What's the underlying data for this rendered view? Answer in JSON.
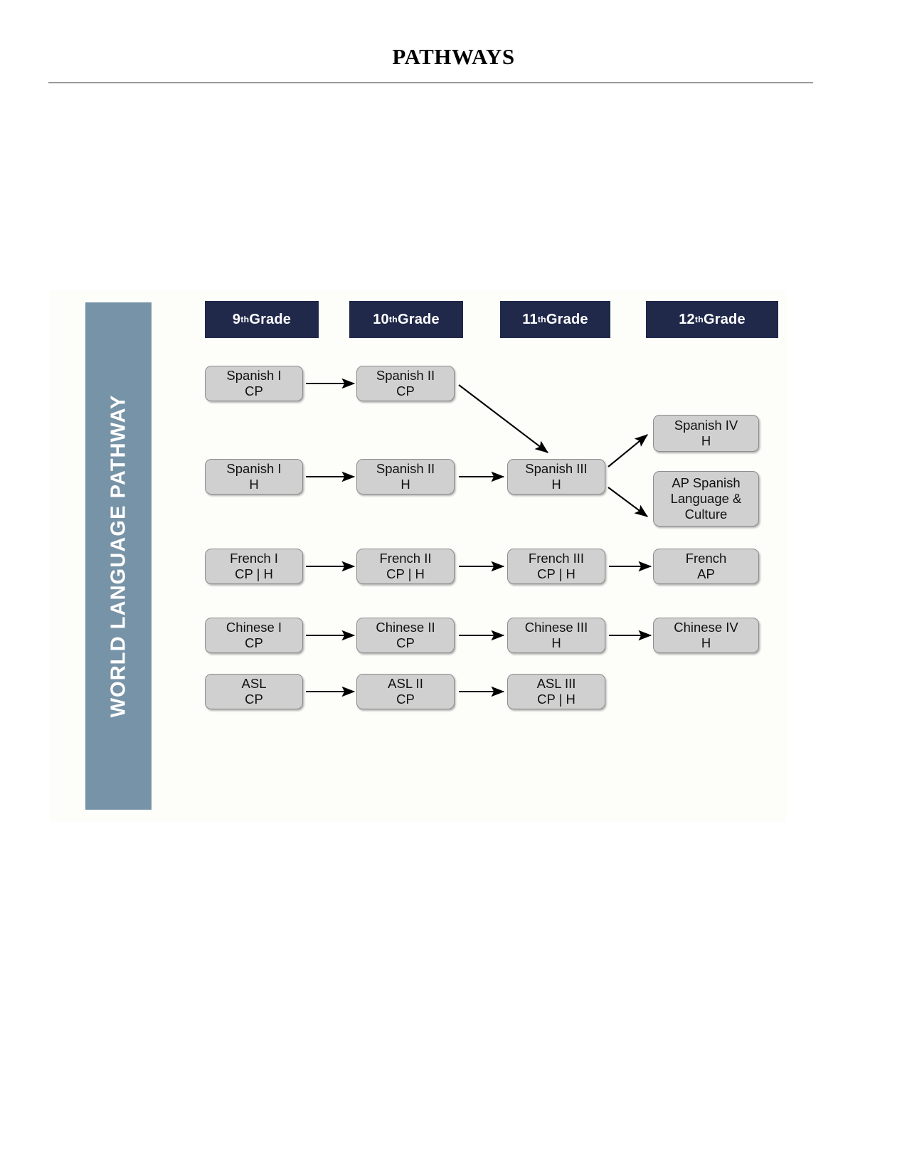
{
  "page": {
    "title": "PATHWAYS"
  },
  "diagram": {
    "banner_label": "WORLD LANGUAGE PATHWAY",
    "grade_headers": [
      {
        "num": "9",
        "ord": "th",
        "suffix": " Grade"
      },
      {
        "num": "10",
        "ord": "th",
        "suffix": " Grade"
      },
      {
        "num": "11",
        "ord": "th",
        "suffix": " Grade"
      },
      {
        "num": "12",
        "ord": "th",
        "suffix": " Grade"
      }
    ],
    "colors": {
      "banner": "#7793a7",
      "header_chip": "#20294a",
      "course_box": "#d0d0d0",
      "course_border": "#8d8d8d",
      "canvas": "#fdfdfa",
      "arrow": "#000000"
    },
    "boxes": [
      {
        "id": "spanish-1-cp",
        "line1": "Spanish I",
        "line2": "CP"
      },
      {
        "id": "spanish-2-cp",
        "line1": "Spanish II",
        "line2": "CP"
      },
      {
        "id": "spanish-1-h",
        "line1": "Spanish I",
        "line2": "H"
      },
      {
        "id": "spanish-2-h",
        "line1": "Spanish II",
        "line2": "H"
      },
      {
        "id": "spanish-3-h",
        "line1": "Spanish III",
        "line2": "H"
      },
      {
        "id": "spanish-4-h",
        "line1": "Spanish IV",
        "line2": "H"
      },
      {
        "id": "ap-spanish",
        "line1": "AP Spanish",
        "line2": "Language &",
        "line3": "Culture"
      },
      {
        "id": "french-1",
        "line1": "French I",
        "line2": "CP | H"
      },
      {
        "id": "french-2",
        "line1": "French II",
        "line2": "CP | H"
      },
      {
        "id": "french-3",
        "line1": "French III",
        "line2": "CP | H"
      },
      {
        "id": "french-ap",
        "line1": "French",
        "line2": "AP"
      },
      {
        "id": "chinese-1",
        "line1": "Chinese I",
        "line2": "CP"
      },
      {
        "id": "chinese-2",
        "line1": "Chinese II",
        "line2": "CP"
      },
      {
        "id": "chinese-3",
        "line1": "Chinese III",
        "line2": "H"
      },
      {
        "id": "chinese-4",
        "line1": "Chinese IV",
        "line2": "H"
      },
      {
        "id": "asl-1",
        "line1": "ASL",
        "line2": "CP"
      },
      {
        "id": "asl-2",
        "line1": "ASL II",
        "line2": "CP"
      },
      {
        "id": "asl-3",
        "line1": "ASL III",
        "line2": "CP | H"
      }
    ],
    "connections": [
      {
        "from": "spanish-1-cp",
        "to": "spanish-2-cp"
      },
      {
        "from": "spanish-2-cp",
        "to": "spanish-3-h"
      },
      {
        "from": "spanish-1-h",
        "to": "spanish-2-h"
      },
      {
        "from": "spanish-2-h",
        "to": "spanish-3-h"
      },
      {
        "from": "spanish-3-h",
        "to": "spanish-4-h"
      },
      {
        "from": "spanish-3-h",
        "to": "ap-spanish"
      },
      {
        "from": "french-1",
        "to": "french-2"
      },
      {
        "from": "french-2",
        "to": "french-3"
      },
      {
        "from": "french-3",
        "to": "french-ap"
      },
      {
        "from": "chinese-1",
        "to": "chinese-2"
      },
      {
        "from": "chinese-2",
        "to": "chinese-3"
      },
      {
        "from": "chinese-3",
        "to": "chinese-4"
      },
      {
        "from": "asl-1",
        "to": "asl-2"
      },
      {
        "from": "asl-2",
        "to": "asl-3"
      }
    ]
  }
}
